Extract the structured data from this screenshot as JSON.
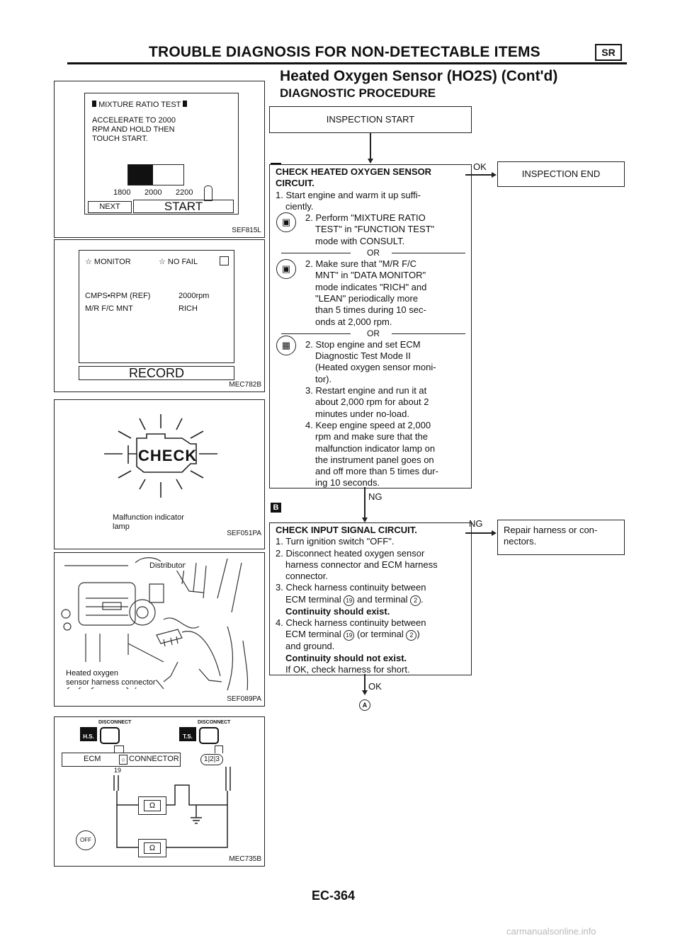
{
  "header": {
    "title": "TROUBLE DIAGNOSIS FOR NON-DETECTABLE ITEMS",
    "badge": "SR",
    "subtitle": "Heated Oxygen Sensor (HO2S) (Cont'd)",
    "procedure": "DIAGNOSTIC PROCEDURE"
  },
  "markers": {
    "a": "A",
    "b": "B"
  },
  "panel1": {
    "screen_title": "MIXTURE RATIO TEST",
    "line1": "ACCELERATE TO 2000",
    "line2": "RPM AND HOLD THEN",
    "line3": "TOUCH START.",
    "bar_fill": 0.45,
    "tick1": "1800",
    "tick2": "2000",
    "tick3": "2200",
    "btn_next": "NEXT",
    "btn_start": "START",
    "ref": "SEF815L"
  },
  "panel2": {
    "monitor": "☆ MONITOR",
    "nofail": "☆ NO FAIL",
    "row1_label": "CMPS•RPM (REF)",
    "row1_value": "2000rpm",
    "row2_label": "M/R F/C MNT",
    "row2_value": "RICH",
    "record": "RECORD",
    "ref": "MEC782B"
  },
  "panel3": {
    "check": "CHECK",
    "caption1": "Malfunction indicator",
    "caption2": "lamp",
    "ref": "SEF051PA"
  },
  "panel4": {
    "distributor": "Distributor",
    "label1": "Heated oxygen",
    "label2": "sensor harness connector",
    "ref": "SEF089PA"
  },
  "panel5": {
    "disconnect1": "DISCONNECT",
    "hs": "H.S.",
    "disconnect2": "DISCONNECT",
    "ts": "T.S.",
    "ecm": "ECM",
    "connector": "CONNECTOR",
    "pin19": "19",
    "pin1": "1",
    "pin2": "2",
    "pin3": "3",
    "ohm": "Ω",
    "off": "OFF",
    "ref": "MEC735B"
  },
  "flow": {
    "inspection_start": "INSPECTION START",
    "box1": {
      "title1": "CHECK HEATED OXYGEN SENSOR",
      "title2": "CIRCUIT.",
      "s1a": "1. Start engine and warm it up suffi-",
      "s1b": "ciently.",
      "s2a": "2. Perform \"MIXTURE RATIO",
      "s2b": "TEST\" in \"FUNCTION TEST\"",
      "s2c": "mode with CONSULT.",
      "or1": "OR",
      "s3a": "2. Make sure that \"M/R F/C",
      "s3b": "MNT\" in \"DATA MONITOR\"",
      "s3c": "mode indicates \"RICH\" and",
      "s3d": "\"LEAN\" periodically more",
      "s3e": "than 5 times during 10 sec-",
      "s3f": "onds at 2,000 rpm.",
      "or2": "OR",
      "s4a": "2. Stop engine and set ECM",
      "s4b": "Diagnostic Test Mode II",
      "s4c": "(Heated oxygen sensor moni-",
      "s4d": "tor).",
      "s5a": "3. Restart engine and run it at",
      "s5b": "about 2,000 rpm for about 2",
      "s5c": "minutes under no-load.",
      "s6a": "4. Keep engine speed at 2,000",
      "s6b": "rpm and make sure that the",
      "s6c": "malfunction indicator lamp on",
      "s6d": "the instrument panel goes on",
      "s6e": "and off more than 5 times dur-",
      "s6f": "ing 10 seconds."
    },
    "ok1": "OK",
    "inspection_end": "INSPECTION END",
    "ng1": "NG",
    "box2": {
      "title": "CHECK INPUT SIGNAL CIRCUIT.",
      "s1": "1. Turn ignition switch \"OFF\".",
      "s2a": "2. Disconnect heated oxygen sensor",
      "s2b": "harness connector and ECM harness",
      "s2c": "connector.",
      "s3a": "3. Check harness continuity between",
      "s3b_pre": "ECM terminal",
      "s3b_t1": "19",
      "s3b_mid": "and terminal",
      "s3b_t2": "2",
      "s3c": "Continuity should exist.",
      "s4a": "4. Check harness continuity between",
      "s4b_pre": "ECM terminal",
      "s4b_t1": "19",
      "s4b_mid": "(or terminal",
      "s4b_t2": "2",
      "s4b_end": ")",
      "s4c": "and ground.",
      "s4d": "Continuity should not exist.",
      "s4e": "If OK, check harness for short."
    },
    "ng2": "NG",
    "repair1": "Repair harness or con-",
    "repair2": "nectors.",
    "ok2": "OK",
    "next_ref": "A"
  },
  "footer": {
    "page": "EC-364",
    "watermark": "carmanualsonline.info"
  }
}
